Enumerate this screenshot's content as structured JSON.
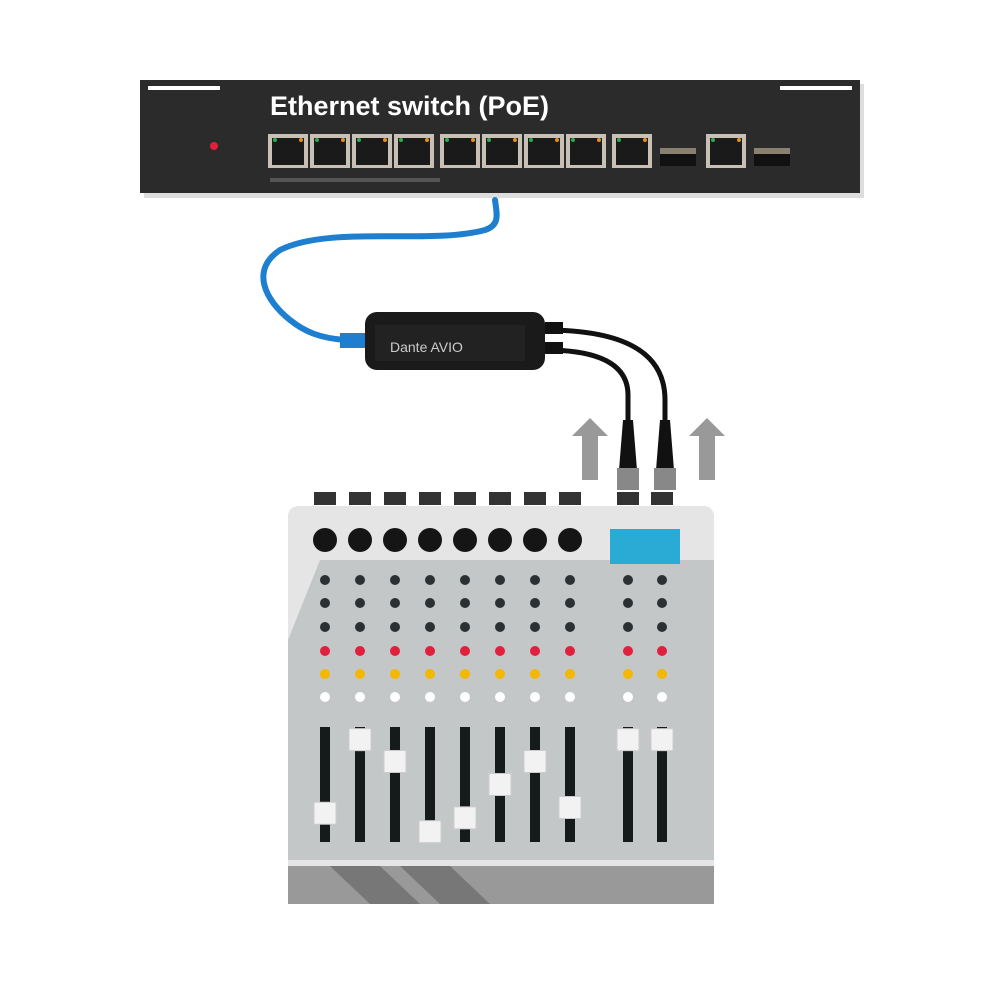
{
  "switch": {
    "title": "Ethernet switch (PoE)",
    "port_count": 10,
    "sfp_count": 2
  },
  "dongle": {
    "label": "Dante AVIO"
  },
  "mixer": {
    "channels": 10,
    "fader_levels": [
      0.25,
      0.89,
      0.7,
      0.09,
      0.21,
      0.5,
      0.7,
      0.3,
      0.89,
      0.89
    ],
    "display_color": "#29abd6"
  },
  "colors": {
    "cable": "#1e7fd0",
    "led_red": "#e0203c",
    "led_yellow": "#f5b800",
    "switch_body": "#2b2b2b"
  }
}
